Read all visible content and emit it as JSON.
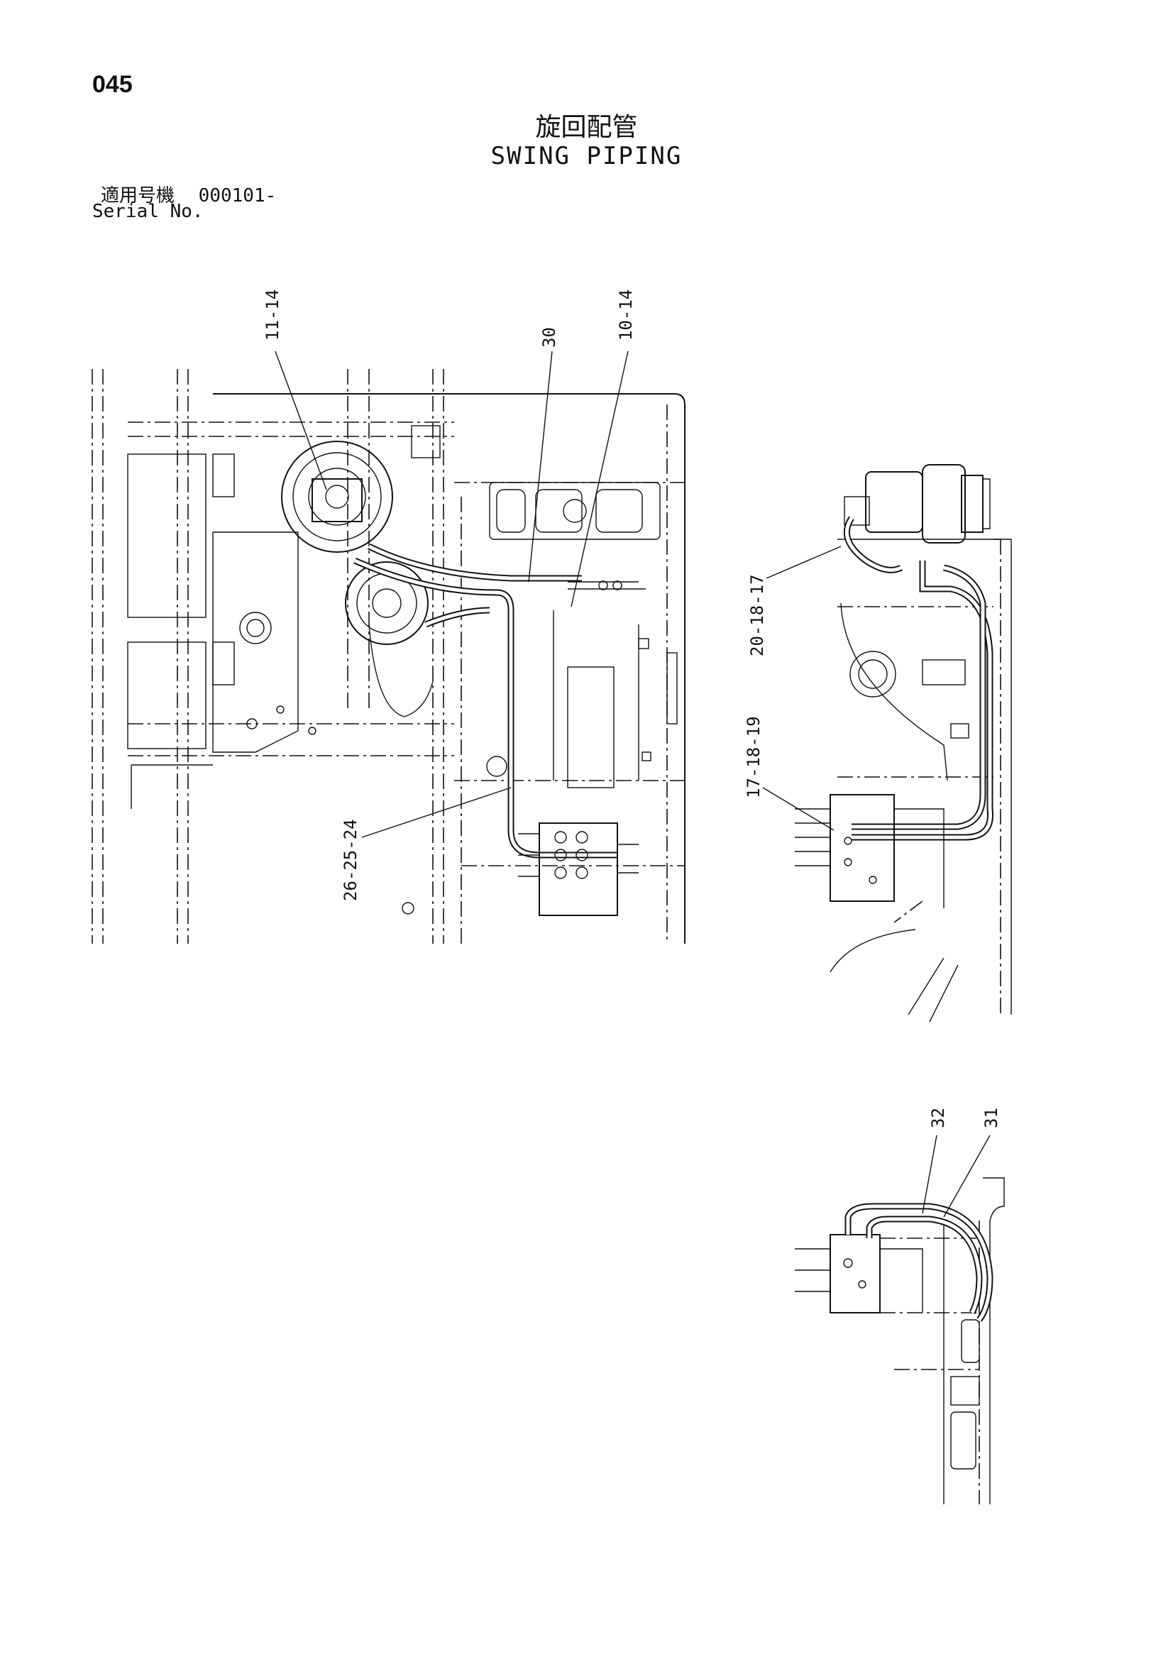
{
  "header": {
    "page_number": "045",
    "title_jp": "旋回配管",
    "title_en": "SWING PIPING",
    "serial_label_jp": "適用号機",
    "serial_value": "000101-",
    "serial_label_en": "Serial No."
  },
  "callouts": {
    "c_11_14": "11-14",
    "c_30": "30",
    "c_10_14": "10-14",
    "c_20_18_17": "20-18-17",
    "c_17_18_19": "17-18-19",
    "c_26_25_24": "26-25-24",
    "c_32": "32",
    "c_31": "31"
  }
}
